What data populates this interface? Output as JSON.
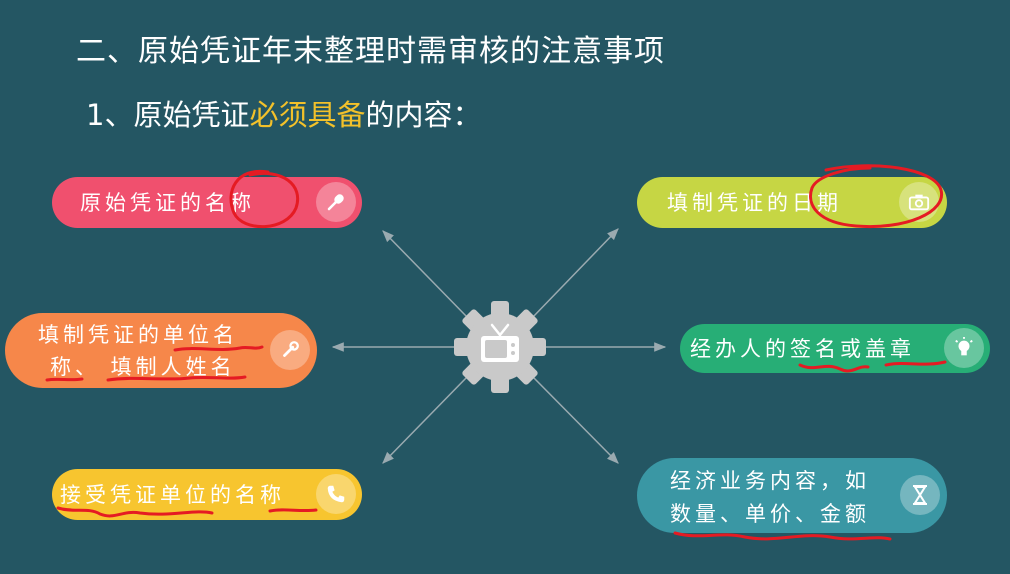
{
  "slide": {
    "title": "二、原始凭证年末整理时需审核的注意事项",
    "subtitle_prefix": "1、原始凭证",
    "subtitle_highlight": "必须具备",
    "subtitle_suffix": "的内容："
  },
  "items": [
    {
      "text": "原始凭证的名称",
      "icon": "microphone-icon",
      "color": "#f0506e"
    },
    {
      "text_line1": "填制凭证的单位名",
      "text_line2": "称、 填制人姓名",
      "icon": "wrench-icon",
      "color": "#f6874a"
    },
    {
      "text": "接受凭证单位的名称",
      "icon": "phone-icon",
      "color": "#f7c52f"
    },
    {
      "text": "填制凭证的日期",
      "icon": "camera-icon",
      "color": "#c6d644"
    },
    {
      "text": "经办人的签名或盖章",
      "icon": "lightbulb-icon",
      "color": "#27ae76"
    },
    {
      "text_line1": "经济业务内容，如",
      "text_line2": "数量、单价、金额",
      "icon": "hourglass-icon",
      "color": "#3a97a4"
    }
  ],
  "center": {
    "icon": "tv-gear-icon",
    "gear_color": "#c9c9c9"
  },
  "colors": {
    "background": "#245663",
    "highlight": "#f3c12a",
    "annotation": "#e51b23",
    "arrow": "#9aaab0"
  }
}
